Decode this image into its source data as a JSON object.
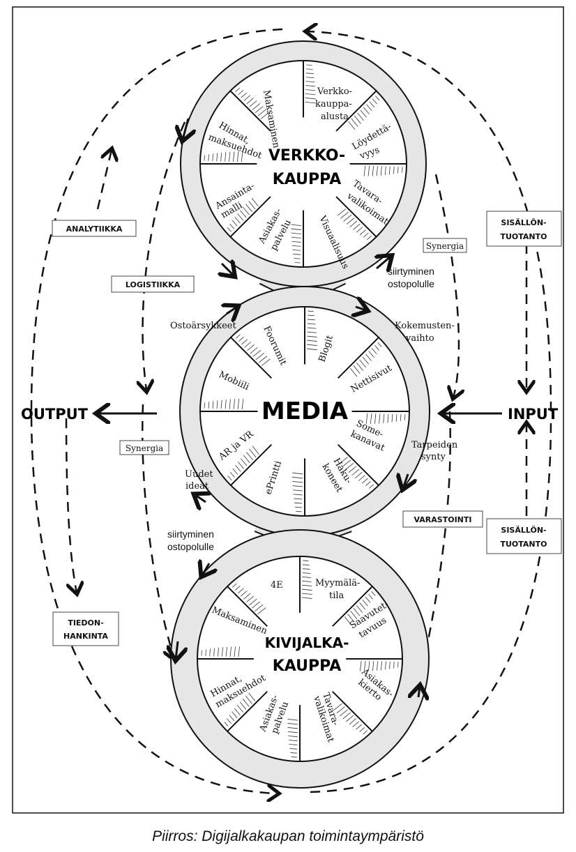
{
  "colors": {
    "ring": "#e6e6e6",
    "ink": "#111111",
    "paper": "#ffffff"
  },
  "top": {
    "title1": "VERKKO-",
    "title2": "KAUPPA",
    "segments": [
      "Maksaminen",
      "Verkko-",
      "kauppa-",
      "alusta",
      "Löydettä-",
      "vyys",
      "Hinnat,",
      "maksuehdot",
      "Tavara-",
      "valikoimat",
      "Ansainta-",
      "malli",
      "Asiakas-",
      "palvelu",
      "Visuaalisuus"
    ]
  },
  "middle": {
    "title": "MEDIA",
    "segments": [
      "Foorumit",
      "Blogit",
      "Mobiili",
      "Nettisivut",
      "AR ja VR",
      "Some-",
      "kanavat",
      "ePrintti",
      "Haku-",
      "koneet"
    ],
    "outer": [
      "Ostoärsykkeet",
      "Kokemusten-",
      "vaihto",
      "Tarpeiden",
      "synty",
      "Uudet",
      "ideat"
    ]
  },
  "bottom": {
    "title1": "KIVIJALKA-",
    "title2": "KAUPPA",
    "segments": [
      "4E",
      "Myymälä-",
      "tila",
      "Saavutet-",
      "tavuus",
      "Maksaminen",
      "Asiakas-",
      "kierto",
      "Hinnat,",
      "maksuehdot",
      "Asiakas-",
      "palvelu",
      "Tavara-",
      "valikoimat"
    ]
  },
  "transitions": [
    "siirtyminen",
    "ostopolulle",
    "siirtyminen",
    "ostopolulle"
  ],
  "boxes": {
    "analytiikka": "ANALYTIIKKA",
    "logistiikka": "LOGISTIIKKA",
    "sisallontuotanto1": [
      "SISÄLLÖN-",
      "TUOTANTO"
    ],
    "synergia_right": "Synergia",
    "synergia_left": "Synergia",
    "varastointi": "VARASTOINTI",
    "sisallontuotanto2": [
      "SISÄLLÖN-",
      "TUOTANTO"
    ],
    "tiedonhankinta": [
      "TIEDON-",
      "HANKINTA"
    ]
  },
  "output": "OUTPUT",
  "input": "INPUT",
  "caption": "Piirros: Digijalkakaupan toimintaympäristö"
}
